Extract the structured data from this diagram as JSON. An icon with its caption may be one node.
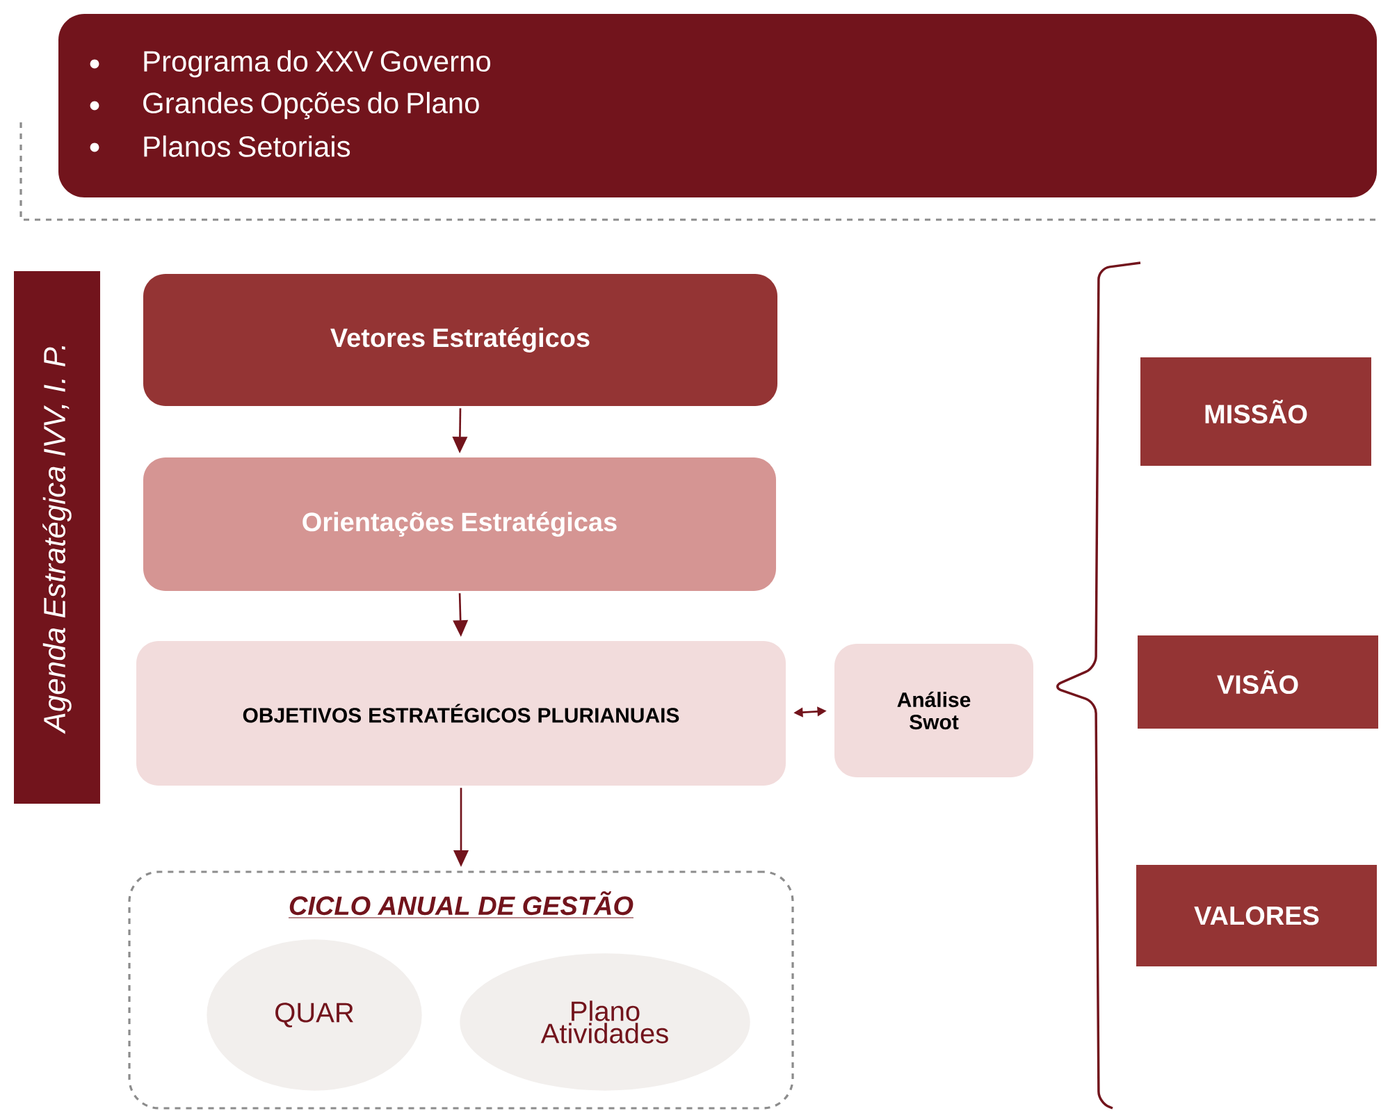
{
  "diagram": {
    "nodes": [
      {
        "text": [
          "Programa do XXV Governo",
          "Grandes Opções do Plano",
          "Planos Setoriais"
        ]
      },
      {
        "text": [
          "Agenda Estratégica IVV, I. P."
        ]
      },
      {
        "text": [
          "Vetores Estratégicos"
        ]
      },
      {
        "text": [
          "Orientações Estratégicas"
        ]
      },
      {
        "text": [
          "OBJETIVOS ESTRATÉGICOS PLURIANUAIS"
        ]
      },
      {
        "text": [
          "Análise Swot"
        ]
      },
      {
        "text": [
          "CICLO ANUAL DE GESTÃO"
        ]
      },
      {
        "text": [
          "QUAR"
        ],
        "in": 6
      },
      {
        "text": [
          "Plano Atividades"
        ],
        "in": 6
      },
      {
        "text": [
          "MISSÃO"
        ]
      },
      {
        "text": [
          "VISÃO"
        ]
      },
      {
        "text": [
          "VALORES"
        ]
      }
    ],
    "edges": [
      {
        "from": 2,
        "to": 3,
        "arrow": "to"
      },
      {
        "from": 3,
        "to": 4,
        "arrow": "to"
      },
      {
        "from": 4,
        "to": 5,
        "arrow": "both"
      },
      {
        "from": 4,
        "to": 6,
        "arrow": "to"
      }
    ]
  }
}
